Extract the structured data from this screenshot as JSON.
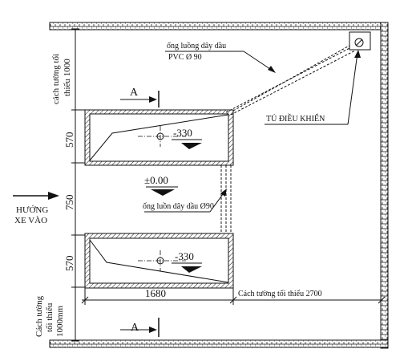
{
  "labels": {
    "pipe_top_line1": "ống luồng dây dầu",
    "pipe_top_line2": "PVC  Ø 90",
    "control_cabinet": "TỦ ĐIỀU KHIỂN",
    "pipe_mid": "ống luồn dây dầu Ø90",
    "direction_line1": "HƯỚNG",
    "direction_line2": "XE VÀO",
    "wall_top_line1": "cách tường tối",
    "wall_top_line2": "thiểu 1000",
    "wall_bottom_line1": "Cách tường",
    "wall_bottom_line2": "tối thiểu",
    "wall_bottom_line3": "1000mm",
    "wall_right": "Cách tường tối thiểu 2700",
    "section_top": "A",
    "section_bottom": "A"
  },
  "levels": {
    "pit_top": "-330",
    "pit_bottom": "-330",
    "floor": "±0.00"
  },
  "dimensions": {
    "pit_height_top": "570",
    "gap": "750",
    "pit_height_bottom": "570",
    "pit_length": "1680"
  }
}
